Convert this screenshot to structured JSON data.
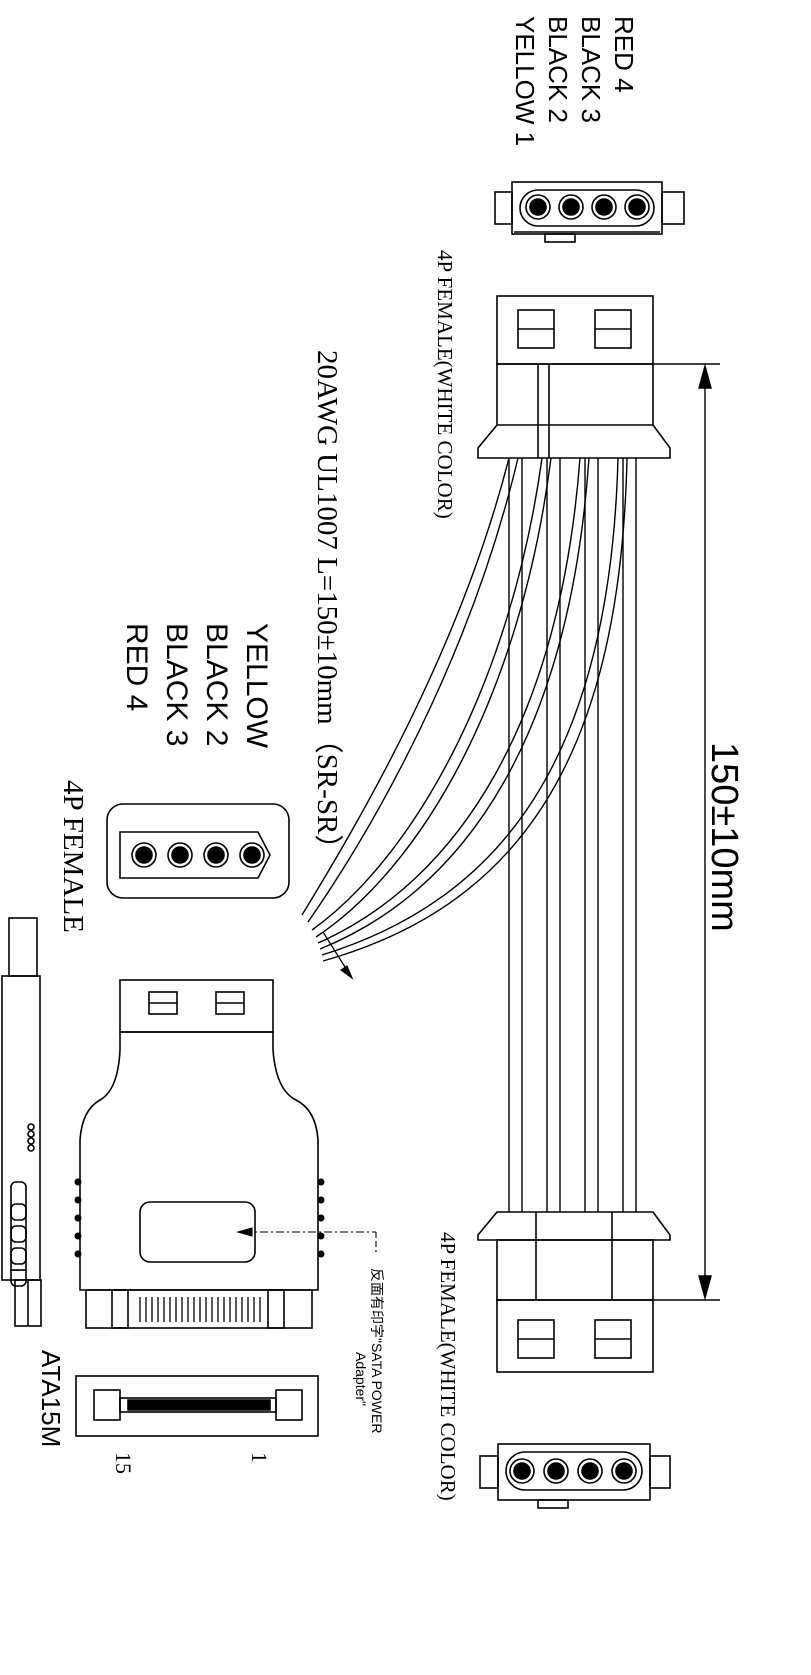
{
  "labels": {
    "top_pin_list": [
      "RED   4",
      "BLACK 3",
      "BLACK 2",
      "YELLOW 1"
    ],
    "top_female_label": "4P FEMALE(WHITE COLOR)",
    "bottom_female_label": "4P FEMALE(WHITE COLOR)",
    "cable_spec": "20AWG UL1007 L=150±10mm（SR-SR）",
    "left_pin_list": [
      "YELLOW",
      "BLACK 2",
      "BLACK 3",
      "RED      4"
    ],
    "left_female_label": "4P FEMALE",
    "dimension": "150±10mm",
    "sata_label": "ATA15M",
    "sata_pin_1": "1",
    "sata_pin_15": "15",
    "print_note_line1": "反面有印字\"SATA POWER",
    "print_note_line2": "Adapter\""
  }
}
